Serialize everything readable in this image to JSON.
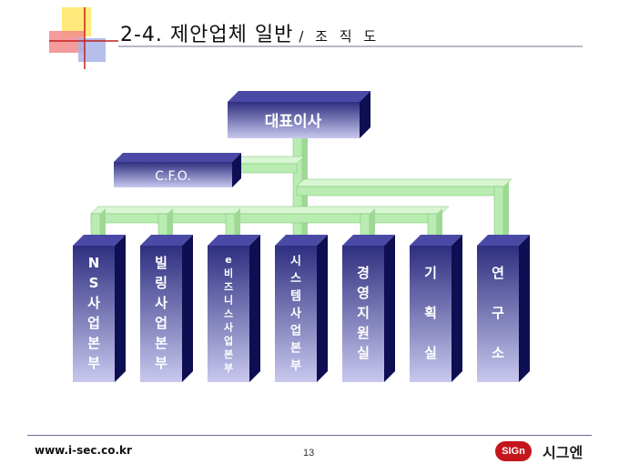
{
  "header": {
    "title": "2-4. 제안업체 일반",
    "subtitle": "/ 조 직 도"
  },
  "org_chart": {
    "root": "대표이사",
    "staff": "C.F.O.",
    "departments": [
      {
        "label": "NS사업본부"
      },
      {
        "label": "빌링사업본부"
      },
      {
        "label": "e비즈니스사업본부"
      },
      {
        "label": "시스템사업본부"
      },
      {
        "label": "경영지원실"
      },
      {
        "label": "기 획 실"
      },
      {
        "label": "연 구 소"
      }
    ]
  },
  "footer": {
    "url": "www.i-sec.co.kr",
    "page_number": "13",
    "company_name": "시그엔",
    "logo_text": "SIGn"
  },
  "colors": {
    "box_front_top": "#2e2e80",
    "box_front_bottom": "#c8c8ee",
    "box_side": "#0e0e52",
    "box_top": "#4a4aa6",
    "connector": "#b8ecb0",
    "connector_edge": "#7ac070"
  }
}
